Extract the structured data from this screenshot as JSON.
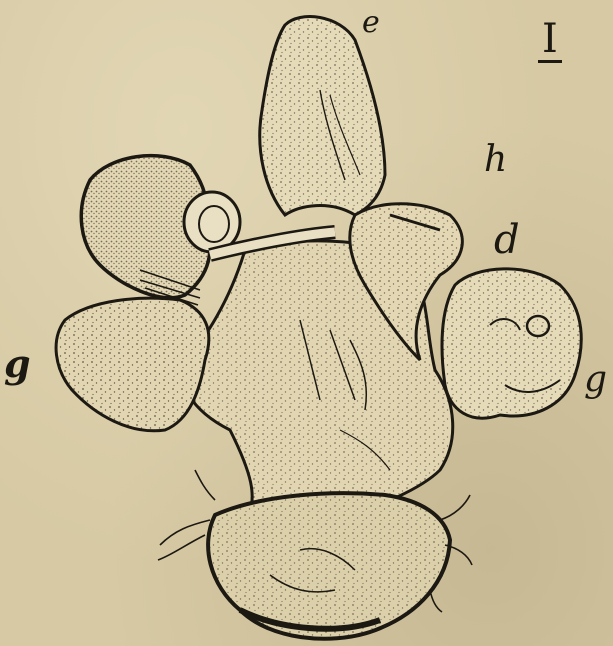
{
  "plate": {
    "numeral": "I",
    "labels": {
      "e": "e",
      "h": "h",
      "d": "d",
      "g_left": "g",
      "g_right": "g"
    }
  },
  "colors": {
    "paper": "#d6c9a3",
    "ink": "#1c1812"
  }
}
